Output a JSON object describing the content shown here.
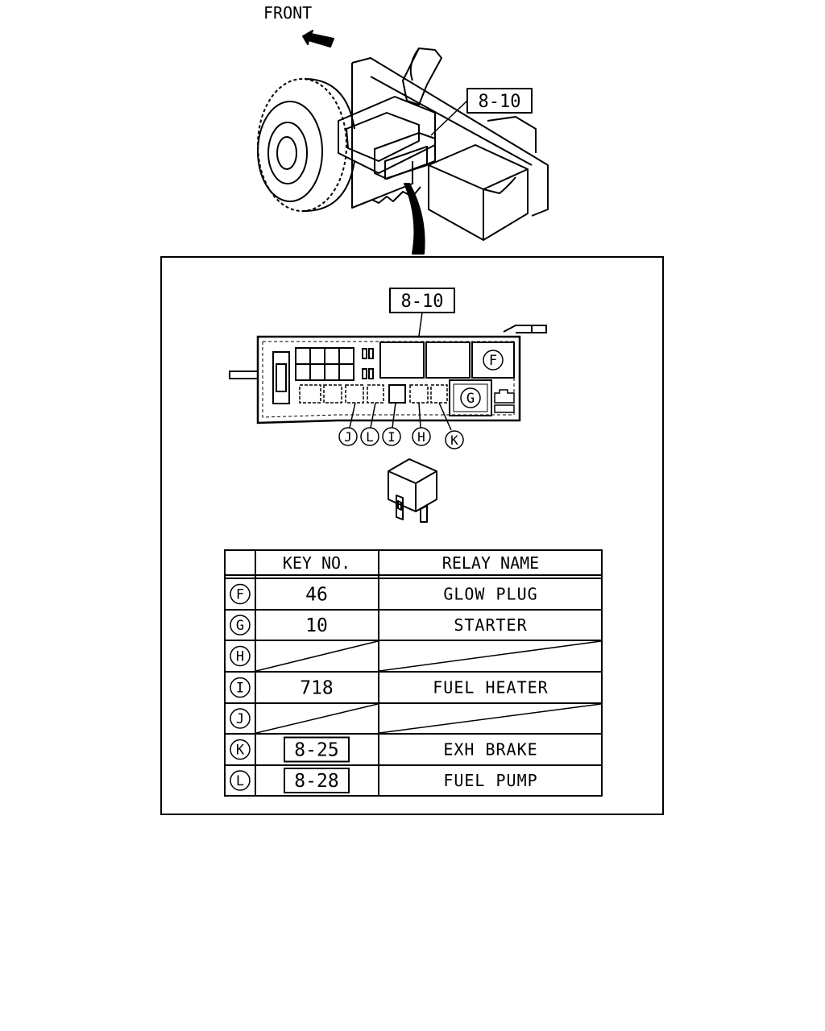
{
  "top_view": {
    "front_label": "FRONT",
    "callout": "8-10"
  },
  "detail": {
    "callout": "8-10",
    "fuse_box_letters": {
      "F": "F",
      "G": "G",
      "H": "H",
      "I": "I",
      "J": "J",
      "K": "K",
      "L": "L"
    }
  },
  "relay_table": {
    "headers": {
      "key_no": "KEY NO.",
      "relay_name": "RELAY NAME"
    },
    "rows": [
      {
        "letter": "F",
        "key_no": "46",
        "key_boxed": false,
        "relay_name": "GLOW PLUG",
        "blank": false
      },
      {
        "letter": "G",
        "key_no": "10",
        "key_boxed": false,
        "relay_name": "STARTER",
        "blank": false
      },
      {
        "letter": "H",
        "key_no": "",
        "key_boxed": false,
        "relay_name": "",
        "blank": true
      },
      {
        "letter": "I",
        "key_no": "718",
        "key_boxed": false,
        "relay_name": "FUEL HEATER",
        "blank": false
      },
      {
        "letter": "J",
        "key_no": "",
        "key_boxed": false,
        "relay_name": "",
        "blank": true
      },
      {
        "letter": "K",
        "key_no": "8-25",
        "key_boxed": true,
        "relay_name": "EXH BRAKE",
        "blank": false
      },
      {
        "letter": "L",
        "key_no": "8-28",
        "key_boxed": true,
        "relay_name": "FUEL PUMP",
        "blank": false
      }
    ]
  }
}
